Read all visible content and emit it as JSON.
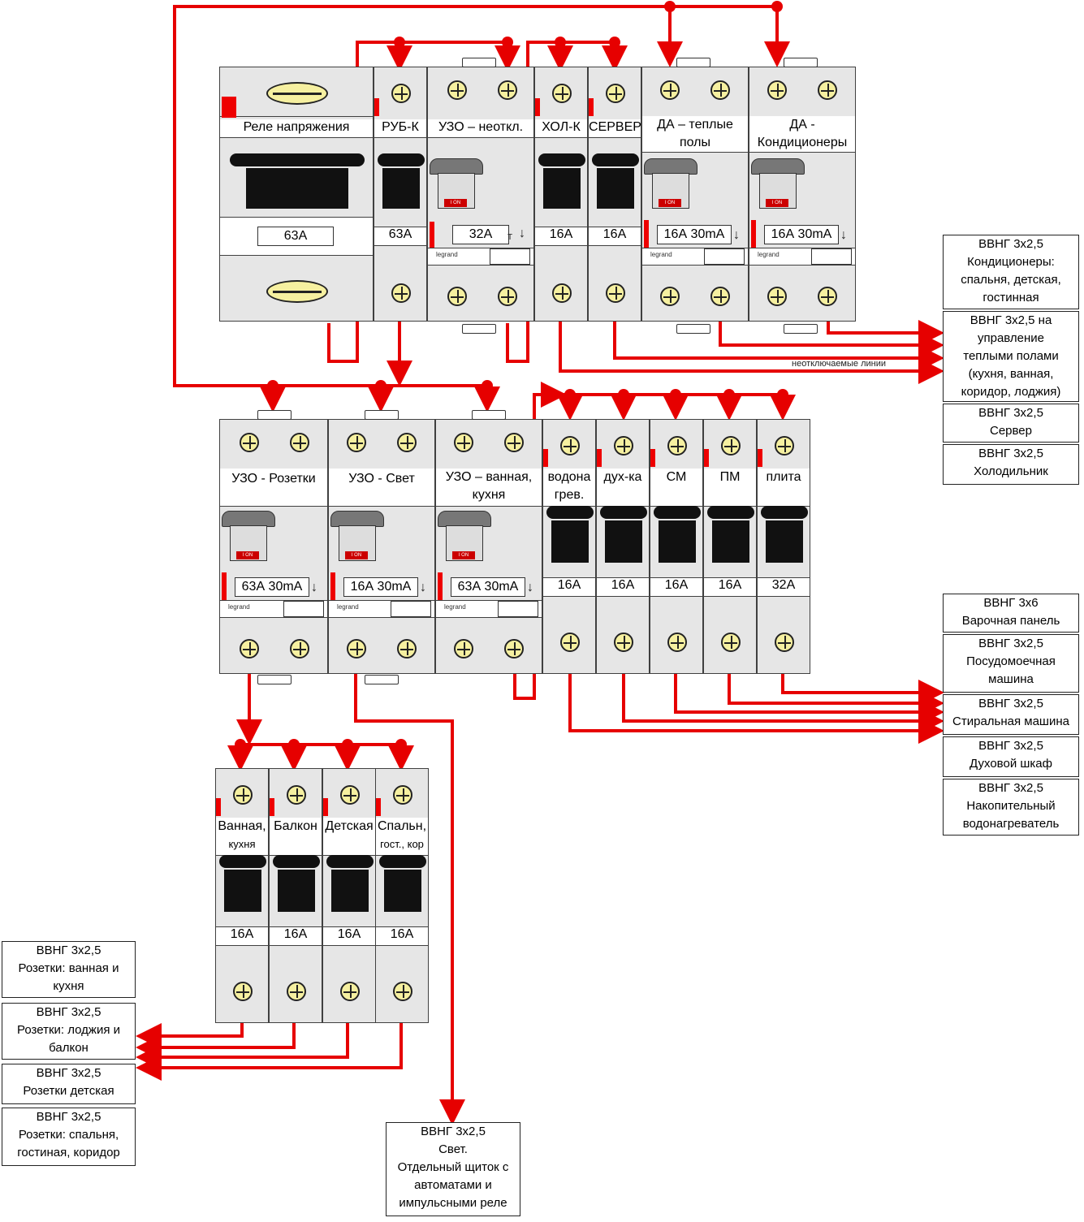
{
  "top_row": {
    "relay": {
      "label": "Реле напряжения",
      "rating": "63А"
    },
    "rub": {
      "label": "РУБ-К",
      "rating": "63А"
    },
    "uzo_main": {
      "label": "УЗО – неоткл.",
      "rating": "32А"
    },
    "hol": {
      "label": "ХОЛ-К",
      "rating": "16А"
    },
    "server": {
      "label": "СЕРВЕР",
      "rating": "16А"
    },
    "da_floor": {
      "label_1": "ДА – теплые",
      "label_2": "полы",
      "rating": "16А 30mA"
    },
    "da_cond": {
      "label_1": "ДА -",
      "label_2": "Кондиционеры",
      "rating": "16А 30mA"
    }
  },
  "middle_row": {
    "uzo_sockets": {
      "label": "УЗО - Розетки",
      "rating": "63А 30mA"
    },
    "uzo_light": {
      "label": "УЗО - Свет",
      "rating": "16А 30mA"
    },
    "uzo_bath": {
      "label_1": "УЗО – ванная,",
      "label_2": "кухня",
      "rating": "63А 30mA"
    },
    "breakers": [
      {
        "label_1": "водона",
        "label_2": "грев.",
        "rating": "16А"
      },
      {
        "label_1": "дух-ка",
        "label_2": "",
        "rating": "16А"
      },
      {
        "label_1": "СМ",
        "label_2": "",
        "rating": "16А"
      },
      {
        "label_1": "ПМ",
        "label_2": "",
        "rating": "16А"
      },
      {
        "label_1": "плита",
        "label_2": "",
        "rating": "32А"
      }
    ]
  },
  "bottom_row": {
    "breakers": [
      {
        "label_1": "Ванная,",
        "label_2": "кухня",
        "rating": "16А"
      },
      {
        "label_1": "Балкон",
        "label_2": "",
        "rating": "16А"
      },
      {
        "label_1": "Детская",
        "label_2": "",
        "rating": "16А"
      },
      {
        "label_1": "Спальн,",
        "label_2": "гост., кор",
        "rating": "16А"
      }
    ]
  },
  "brand": "legrand",
  "test_label": "Т",
  "note_unswitched": "неотключаемые линии",
  "right_boxes_top": [
    {
      "l1": "ВВНГ 3х2,5",
      "l2": "Кондиционеры:",
      "l3": "спальня, детская,",
      "l4": "гостинная"
    },
    {
      "l1": "ВВНГ 3х2,5 на",
      "l2": "управление",
      "l3": "теплыми полами",
      "l4": "(кухня, ванная,",
      "l5": "коридор, лоджия)"
    },
    {
      "l1": "ВВНГ 3х2,5",
      "l2": "Сервер"
    },
    {
      "l1": "ВВНГ 3х2,5",
      "l2": "Холодильник"
    }
  ],
  "right_boxes_mid": [
    {
      "l1": "ВВНГ 3х6",
      "l2": "Варочная панель"
    },
    {
      "l1": "ВВНГ 3х2,5",
      "l2": "Посудомоечная",
      "l3": "машина"
    },
    {
      "l1": "ВВНГ 3х2,5",
      "l2": "Стиральная машина"
    },
    {
      "l1": "ВВНГ 3х2,5",
      "l2": "Духовой шкаф"
    },
    {
      "l1": "ВВНГ 3х2,5",
      "l2": "Накопительный",
      "l3": "водонагреватель"
    }
  ],
  "left_boxes": [
    {
      "l1": "ВВНГ 3х2,5",
      "l2": "Розетки: ванная и",
      "l3": "кухня"
    },
    {
      "l1": "ВВНГ 3х2,5",
      "l2": "Розетки: лоджия и",
      "l3": "балкон"
    },
    {
      "l1": "ВВНГ 3х2,5",
      "l2": "Розетки детская"
    },
    {
      "l1": "ВВНГ 3х2,5",
      "l2": "Розетки: спальня,",
      "l3": "гостиная, коридор"
    }
  ],
  "light_box": {
    "l1": "ВВНГ 3х2,5",
    "l2": "Свет.",
    "l3": "Отдельный щиток с",
    "l4": "автоматами и",
    "l5": "импульсными реле"
  },
  "colors": {
    "wire": "#e60000",
    "module": "#e6e6e6",
    "screw": "#f6f0a0"
  }
}
